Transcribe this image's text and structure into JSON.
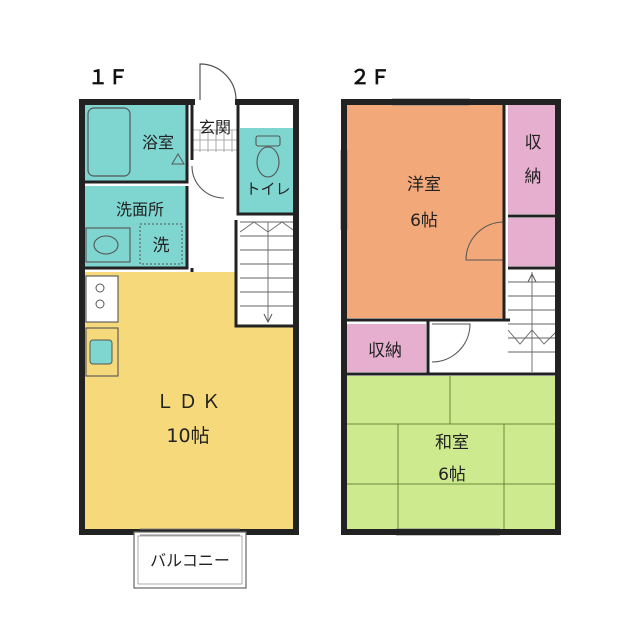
{
  "floors": {
    "first": "１Ｆ",
    "second": "２Ｆ"
  },
  "rooms": {
    "bath": "浴室",
    "entrance": "玄関",
    "toilet": "トイレ",
    "washroom": "洗面所",
    "washer": "洗",
    "ldk": "ＬＤＫ",
    "ldk_size": "10帖",
    "balcony": "バルコニー",
    "western": "洋室",
    "western_size": "6帖",
    "closet_right": "収納",
    "closet_left": "収納",
    "japanese": "和室",
    "japanese_size": "6帖"
  },
  "colors": {
    "water": "#7fd6d0",
    "ldk": "#f5d97a",
    "western": "#f2a878",
    "storage": "#e6afd0",
    "japanese": "#cdea8f",
    "wall": "#222222"
  }
}
